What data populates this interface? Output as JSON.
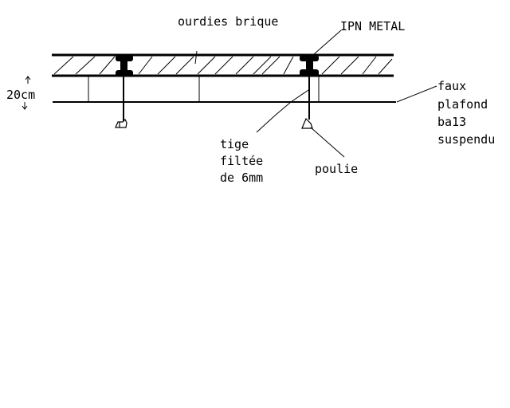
{
  "diagram": {
    "colors": {
      "ink": "#000000",
      "background": "#ffffff"
    },
    "labels": {
      "brick": "ourdies brique",
      "beam": "IPN METAL",
      "height": "20cm",
      "ceiling": [
        "faux",
        "plafond",
        "ba13",
        "suspendu"
      ],
      "rod": [
        "tige",
        "filtée",
        "de 6mm"
      ],
      "pulley": "poulie"
    }
  }
}
